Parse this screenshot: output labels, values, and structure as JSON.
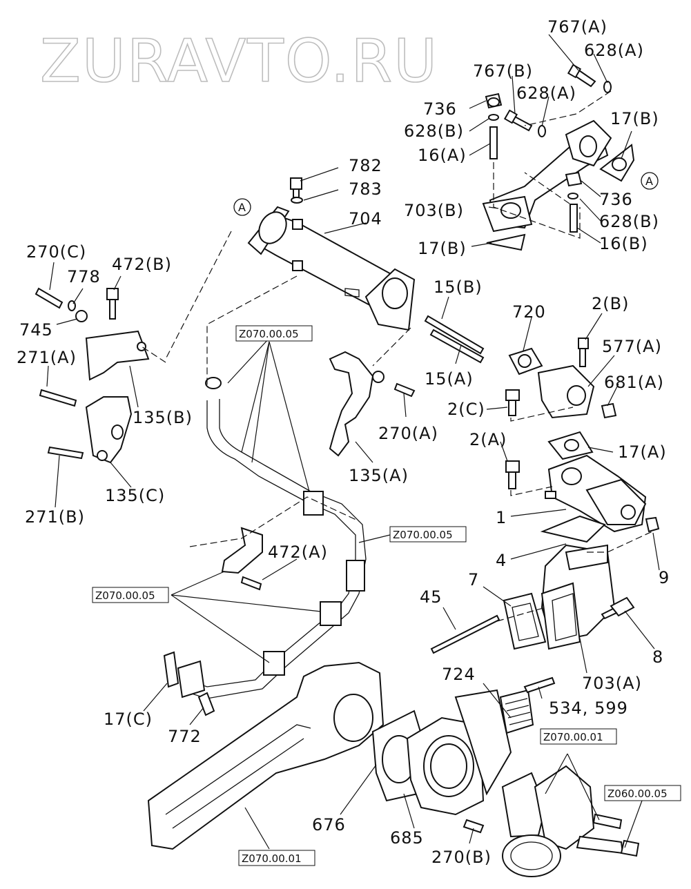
{
  "watermark": "ZURAVTO.RU",
  "callout_marker": "A",
  "part_labels": {
    "p767A": "767(A)",
    "p628A_1": "628(A)",
    "p767B": "767(B)",
    "p628A_2": "628(A)",
    "p736_1": "736",
    "p628B_1": "628(B)",
    "p16A": "16(A)",
    "p17B_1": "17(B)",
    "p782": "782",
    "p783": "783",
    "p704": "704",
    "p736_2": "736",
    "p703B": "703(B)",
    "p628B_2": "628(B)",
    "p16B": "16(B)",
    "p17B_2": "17(B)",
    "p270C": "270(C)",
    "p778": "778",
    "p472B": "472(B)",
    "p745": "745",
    "p15B": "15(B)",
    "p720": "720",
    "p2B": "2(B)",
    "p271A": "271(A)",
    "p577A": "577(A)",
    "p135B": "135(B)",
    "p15A": "15(A)",
    "p681A": "681(A)",
    "p2C": "2(C)",
    "p270A": "270(A)",
    "p2A": "2(A)",
    "p17A": "17(A)",
    "p135C": "135(C)",
    "p135A": "135(A)",
    "p271B": "271(B)",
    "p1": "1",
    "p472A": "472(A)",
    "p4": "4",
    "p9": "9",
    "p7": "7",
    "p45": "45",
    "p8": "8",
    "p724": "724",
    "p703A": "703(A)",
    "p17C": "17(C)",
    "p534_599": "534, 599",
    "p772": "772",
    "p676": "676",
    "p685": "685",
    "p270B": "270(B)"
  },
  "refs": {
    "r1": "Z070.00.05",
    "r2": "Z070.00.05",
    "r3": "Z070.00.05",
    "r4": "Z070.00.01",
    "r5": "Z060.00.05",
    "r6": "Z070.00.01"
  }
}
